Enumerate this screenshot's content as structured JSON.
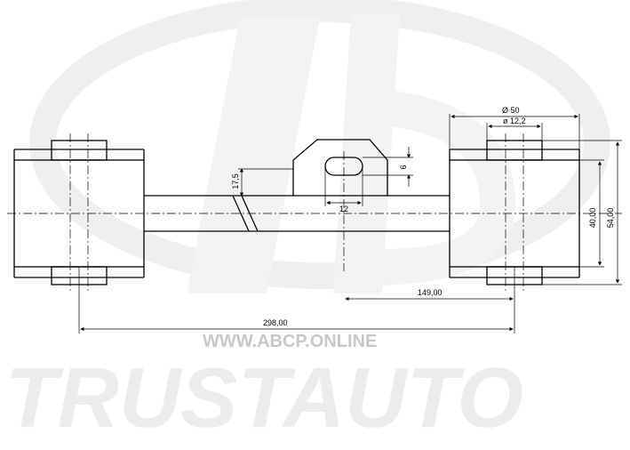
{
  "watermark": {
    "url": "WWW.ABCP.ONLINE",
    "brand": "TRUSTAUTO"
  },
  "dimensions": {
    "bushing_outer_diameter": "Ø 50",
    "bushing_inner_diameter": "ø 12,2",
    "bushing_width": "40,00",
    "bushing_total_width": "54,00",
    "slot_height": "6",
    "slot_length": "12",
    "rod_offset": "17,5",
    "half_length": "149,00",
    "total_length": "298,00"
  },
  "colors": {
    "line": "#000000",
    "watermark_light": "#ececec",
    "watermark_url": "#c8c8c8"
  }
}
